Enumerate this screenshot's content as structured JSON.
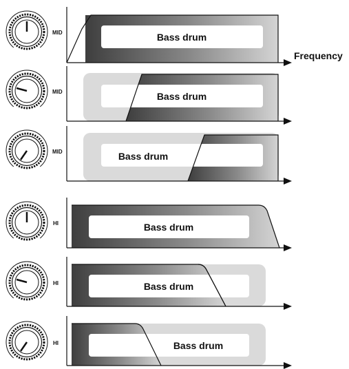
{
  "axis_label": "Frequency",
  "band_label": "Bass drum",
  "colors": {
    "dark": "#4a4a4a",
    "light": "#dadada",
    "line": "#111111"
  },
  "rows": [
    {
      "knob_label": "MID",
      "knob_position": "center"
    },
    {
      "knob_label": "MID",
      "knob_position": "left"
    },
    {
      "knob_label": "MID",
      "knob_position": "far-left"
    },
    {
      "knob_label": "HI",
      "knob_position": "center"
    },
    {
      "knob_label": "HI",
      "knob_position": "left"
    },
    {
      "knob_label": "HI",
      "knob_position": "far-left"
    }
  ]
}
